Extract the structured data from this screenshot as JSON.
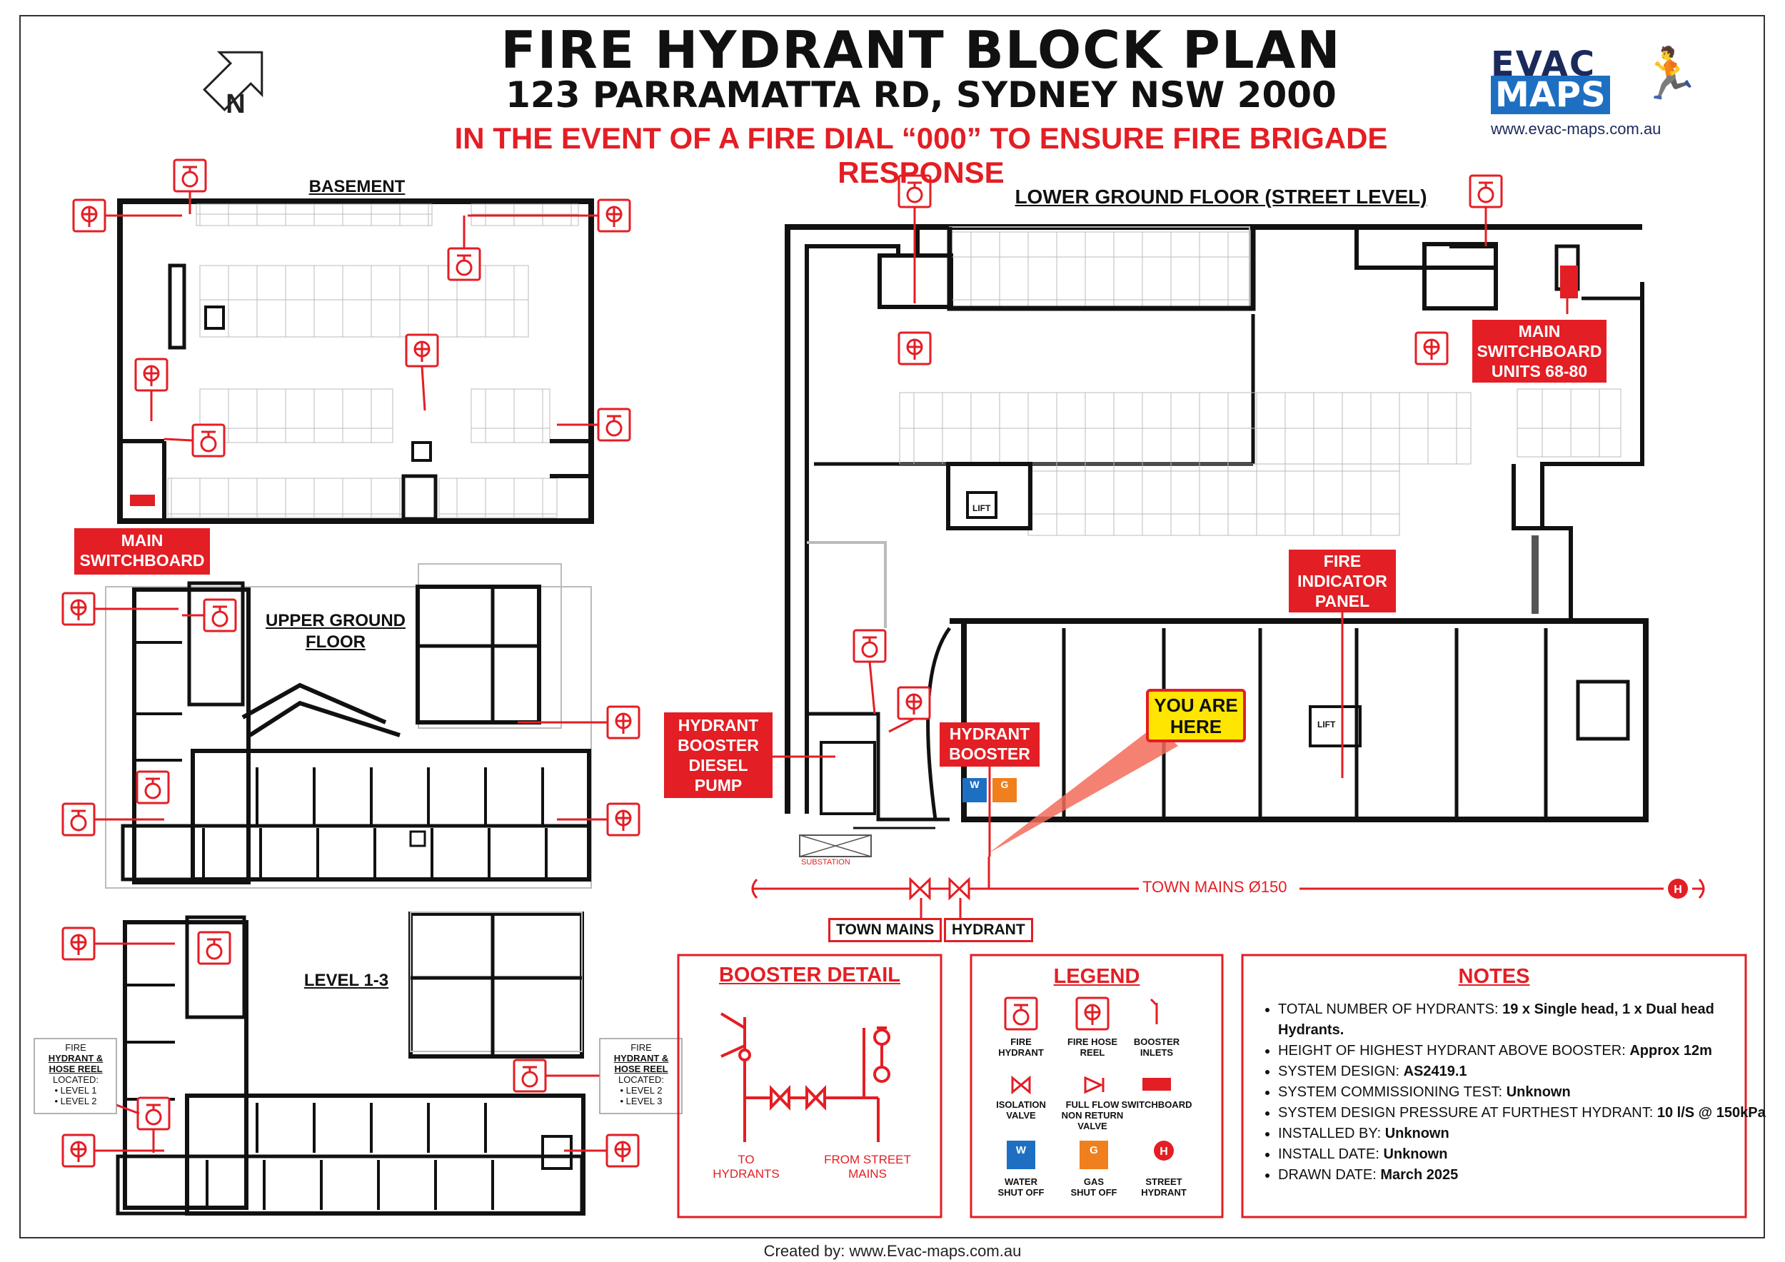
{
  "header": {
    "title": "FIRE HYDRANT BLOCK PLAN",
    "address": "123 PARRAMATTA RD, SYDNEY NSW 2000",
    "warning": "IN THE EVENT OF A FIRE DIAL “000” TO ENSURE FIRE BRIGADE RESPONSE"
  },
  "logo": {
    "line1": "EVAC",
    "line2": "MAPS",
    "url": "www.evac-maps.com.au"
  },
  "compass": {
    "label": "N"
  },
  "floors": {
    "basement": "BASEMENT",
    "upper_ground": [
      "UPPER GROUND",
      "FLOOR"
    ],
    "level": "LEVEL 1-3",
    "lower_ground": "LOWER GROUND FLOOR (STREET LEVEL)"
  },
  "callouts": {
    "main_switchboard": [
      "MAIN",
      "SWITCHBOARD"
    ],
    "main_switchboard_units": [
      "MAIN",
      "SWITCHBOARD",
      "UNITS 68-80"
    ],
    "fire_indicator_panel": [
      "FIRE",
      "INDICATOR",
      "PANEL"
    ],
    "hydrant_booster": [
      "HYDRANT",
      "BOOSTER"
    ],
    "hydrant_booster_pump": [
      "HYDRANT",
      "BOOSTER",
      "DIESEL",
      "PUMP"
    ],
    "you_are_here": [
      "YOU ARE",
      "HERE"
    ],
    "town_mains_tag": "TOWN MAINS",
    "hydrant_tag": "HYDRANT",
    "town_mains_line": "TOWN MAINS Ø150",
    "substation": "SUBSTATION",
    "lift": "LIFT",
    "hose_left": [
      "FIRE",
      "HYDRANT &",
      "HOSE REEL",
      "LOCATED:",
      "• LEVEL 1",
      "• LEVEL 2"
    ],
    "hose_right": [
      "FIRE",
      "HYDRANT &",
      "HOSE REEL",
      "LOCATED:",
      "• LEVEL 2",
      "• LEVEL 3"
    ]
  },
  "booster_detail": {
    "title": "BOOSTER DETAIL",
    "to_hydrants": [
      "TO",
      "HYDRANTS"
    ],
    "from_street": [
      "FROM STREET",
      "MAINS"
    ]
  },
  "legend": {
    "title": "LEGEND",
    "items": [
      {
        "icon": "fire-hydrant-icon",
        "label": [
          "FIRE",
          "HYDRANT"
        ]
      },
      {
        "icon": "fire-hose-reel-icon",
        "label": [
          "FIRE HOSE",
          "REEL"
        ]
      },
      {
        "icon": "booster-inlets-icon",
        "label": [
          "BOOSTER",
          "INLETS"
        ]
      },
      {
        "icon": "isolation-valve-icon",
        "label": [
          "ISOLATION",
          "VALVE"
        ]
      },
      {
        "icon": "non-return-valve-icon",
        "label": [
          "FULL FLOW",
          "NON RETURN",
          "VALVE"
        ]
      },
      {
        "icon": "switchboard-icon",
        "label": [
          "SWITCHBOARD"
        ]
      },
      {
        "icon": "water-shutoff-icon",
        "label": [
          "WATER",
          "SHUT OFF"
        ]
      },
      {
        "icon": "gas-shutoff-icon",
        "label": [
          "GAS",
          "SHUT OFF"
        ]
      },
      {
        "icon": "street-hydrant-icon",
        "label": [
          "STREET",
          "HYDRANT"
        ]
      }
    ]
  },
  "notes": {
    "title": "NOTES",
    "items": [
      {
        "label": "TOTAL NUMBER OF HYDRANTS:",
        "value": "19 x Single head, 1 x Dual head Hydrants."
      },
      {
        "label": "HEIGHT OF HIGHEST HYDRANT ABOVE BOOSTER:",
        "value": "Approx 12m"
      },
      {
        "label": "SYSTEM DESIGN:",
        "value": "AS2419.1"
      },
      {
        "label": "SYSTEM COMMISSIONING TEST:",
        "value": "Unknown"
      },
      {
        "label": "SYSTEM DESIGN PRESSURE AT FURTHEST HYDRANT:",
        "value": "10 l/S @ 150kPa"
      },
      {
        "label": "INSTALLED BY:",
        "value": "Unknown"
      },
      {
        "label": "INSTALL DATE:",
        "value": "Unknown"
      },
      {
        "label": "DRAWN DATE:",
        "value": "March 2025"
      }
    ]
  },
  "footer": "Created by: www.Evac-maps.com.au",
  "colors": {
    "accent": "#e31e24",
    "wall": "#111111",
    "water": "#1e6fc2",
    "gas": "#f07f1e",
    "sticker": "#ffe600"
  }
}
